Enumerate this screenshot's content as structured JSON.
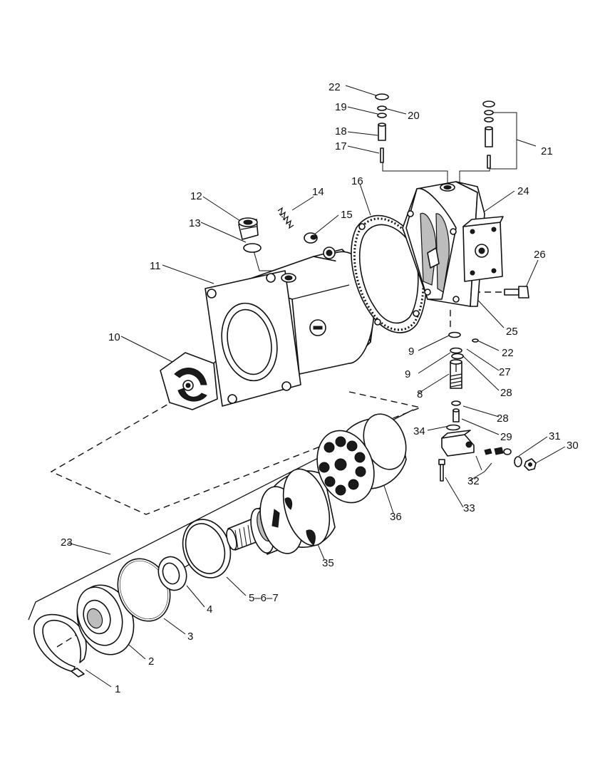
{
  "labels": [
    {
      "id": "callout-1",
      "text": "1"
    },
    {
      "id": "callout-2",
      "text": "2"
    },
    {
      "id": "callout-3",
      "text": "3"
    },
    {
      "id": "callout-4",
      "text": "4"
    },
    {
      "id": "callout-5-6-7",
      "text": "5–6–7"
    },
    {
      "id": "callout-8",
      "text": "8"
    },
    {
      "id": "callout-9a",
      "text": "9"
    },
    {
      "id": "callout-9b",
      "text": "9"
    },
    {
      "id": "callout-10",
      "text": "10"
    },
    {
      "id": "callout-11",
      "text": "11"
    },
    {
      "id": "callout-12",
      "text": "12"
    },
    {
      "id": "callout-13",
      "text": "13"
    },
    {
      "id": "callout-14",
      "text": "14"
    },
    {
      "id": "callout-15",
      "text": "15"
    },
    {
      "id": "callout-16",
      "text": "16"
    },
    {
      "id": "callout-17",
      "text": "17"
    },
    {
      "id": "callout-18",
      "text": "18"
    },
    {
      "id": "callout-19",
      "text": "19"
    },
    {
      "id": "callout-20",
      "text": "20"
    },
    {
      "id": "callout-21",
      "text": "21"
    },
    {
      "id": "callout-22a",
      "text": "22"
    },
    {
      "id": "callout-22b",
      "text": "22"
    },
    {
      "id": "callout-23",
      "text": "23"
    },
    {
      "id": "callout-24",
      "text": "24"
    },
    {
      "id": "callout-25",
      "text": "25"
    },
    {
      "id": "callout-26",
      "text": "26"
    },
    {
      "id": "callout-27",
      "text": "27"
    },
    {
      "id": "callout-28a",
      "text": "28"
    },
    {
      "id": "callout-28b",
      "text": "28"
    },
    {
      "id": "callout-29",
      "text": "29"
    },
    {
      "id": "callout-30",
      "text": "30"
    },
    {
      "id": "callout-31",
      "text": "31"
    },
    {
      "id": "callout-32",
      "text": "32"
    },
    {
      "id": "callout-33",
      "text": "33"
    },
    {
      "id": "callout-34",
      "text": "34"
    },
    {
      "id": "callout-35",
      "text": "35"
    },
    {
      "id": "callout-36",
      "text": "36"
    }
  ]
}
